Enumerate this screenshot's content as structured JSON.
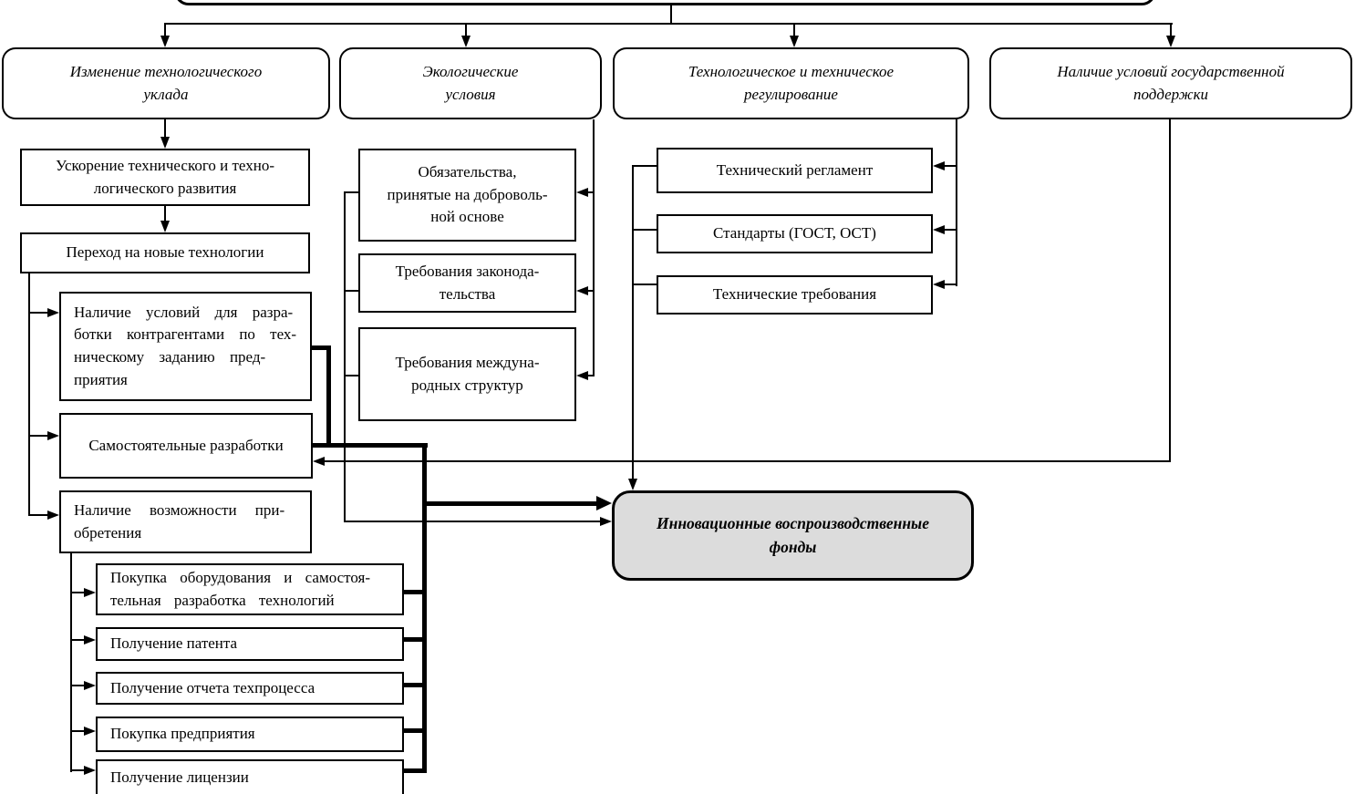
{
  "colors": {
    "line": "#000000",
    "box_fill": "#ffffff",
    "box_border": "#000000",
    "highlight_fill": "#dcdcdc"
  },
  "boxes": {
    "root": "",
    "izmenenie": "Изменение технологического\nуклада",
    "ekologicheskie": "Экологические\nусловия",
    "regulirovanie": "Технологическое и техническое\nрегулирование",
    "podderzhka": "Наличие условий государственной\nподдержки",
    "uskorenie": "Ускорение технического и техно-\nлогического развития",
    "perekhod": "Переход на новые технологии",
    "nalichie_usloviy": "Наличие условий для разра-\nботки контрагентами по тех-\nническому заданию пред-\nприятия",
    "samostoyatelnye": "Самостоятельные разработки",
    "nalichie_vozmozhnosti": "Наличие возможности при-\nобретения",
    "pokupka_oborudovaniya": "Покупка оборудования и самостоя-\nтельная разработка технологий",
    "poluchenie_patenta": "Получение патента",
    "poluchenie_otcheta": "Получение отчета техпроцесса",
    "pokupka_predpriyatiya": "Покупка предприятия",
    "poluchenie_licenzii": "Получение лицензии",
    "obyazatelstva": "Обязательства,\nпринятые на доброволь-\nной основе",
    "trebovaniya_zakonodatelstva": "Требования законода-\nтельства",
    "trebovaniya_mezhdunarodnykh": "Требования междуна-\nродных структур",
    "tekhnicheskiy_reglament": "Технический регламент",
    "standarty": "Стандарты (ГОСТ, ОСТ)",
    "tekhnicheskie_trebovaniya": "Технические требования",
    "innovacionnye_fondy": "Инновационные воспроизводственные\nфонды"
  },
  "edges": [
    {
      "from": "root",
      "to": "izmenenie"
    },
    {
      "from": "root",
      "to": "ekologicheskie"
    },
    {
      "from": "root",
      "to": "regulirovanie"
    },
    {
      "from": "root",
      "to": "podderzhka"
    },
    {
      "from": "izmenenie",
      "to": "uskorenie"
    },
    {
      "from": "uskorenie",
      "to": "perekhod"
    },
    {
      "from": "perekhod",
      "to": "nalichie_usloviy"
    },
    {
      "from": "perekhod",
      "to": "samostoyatelnye"
    },
    {
      "from": "perekhod",
      "to": "nalichie_vozmozhnosti"
    },
    {
      "from": "nalichie_vozmozhnosti",
      "to": "pokupka_oborudovaniya"
    },
    {
      "from": "nalichie_vozmozhnosti",
      "to": "poluchenie_patenta"
    },
    {
      "from": "nalichie_vozmozhnosti",
      "to": "poluchenie_otcheta"
    },
    {
      "from": "nalichie_vozmozhnosti",
      "to": "pokupka_predpriyatiya"
    },
    {
      "from": "nalichie_vozmozhnosti",
      "to": "poluchenie_licenzii"
    },
    {
      "from": "ekologicheskie",
      "to": "obyazatelstva"
    },
    {
      "from": "ekologicheskie",
      "to": "trebovaniya_zakonodatelstva"
    },
    {
      "from": "ekologicheskie",
      "to": "trebovaniya_mezhdunarodnykh"
    },
    {
      "from": "eco_group",
      "to": "innovacionnye_fondy"
    },
    {
      "from": "regulirovanie",
      "to": "tekhnicheskiy_reglament"
    },
    {
      "from": "regulirovanie",
      "to": "standarty"
    },
    {
      "from": "regulirovanie",
      "to": "tekhnicheskie_trebovaniya"
    },
    {
      "from": "regulation_group",
      "to": "innovacionnye_fondy"
    },
    {
      "from": "podderzhka",
      "to": "samostoyatelnye"
    },
    {
      "from": "acquisition_group_thick",
      "to": "innovacionnye_fondy"
    }
  ]
}
